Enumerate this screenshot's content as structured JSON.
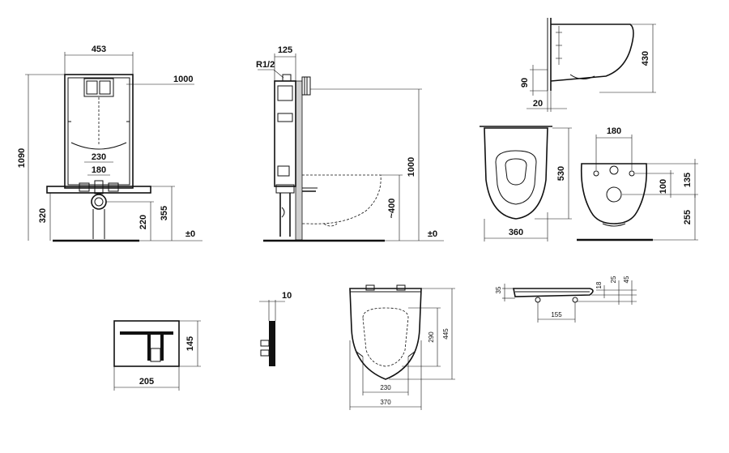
{
  "frame": {
    "width": "453",
    "flush_height": "1000",
    "total_height": "1090",
    "outlet_width": "230",
    "outlet_spacing": "180",
    "height_320": "320",
    "height_220": "220",
    "height_355": "355",
    "zero": "±0"
  },
  "side": {
    "depth": "125",
    "thread": "R1/2",
    "height_1000": "1000",
    "height_400": "~400",
    "zero": "±0"
  },
  "wc_side": {
    "height_430": "430",
    "height_90": "90",
    "offset_20": "20"
  },
  "wc_top": {
    "length": "530",
    "width": "360"
  },
  "wc_back": {
    "spacing_180": "180",
    "height_135": "135",
    "height_100": "100",
    "height_255": "255"
  },
  "plate_front": {
    "width": "205",
    "height": "145"
  },
  "plate_side": {
    "depth": "10"
  },
  "seat_top": {
    "width": "370",
    "length": "445",
    "inner_length": "290",
    "inner_width": "230"
  },
  "seat_side": {
    "left_35": "35",
    "d18": "18",
    "d25": "25",
    "d45": "45",
    "hinge": "155"
  }
}
